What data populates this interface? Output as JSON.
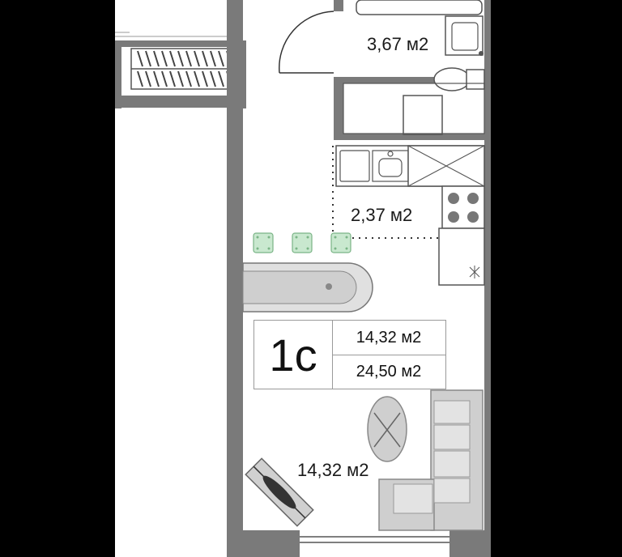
{
  "rooms": {
    "bathroom_area": "3,67 м2",
    "kitchen_area": "2,37 м2",
    "living_area": "14,32 м2"
  },
  "summary": {
    "type": "1с",
    "living_area": "14,32 м2",
    "total_area": "24,50 м2"
  },
  "colors": {
    "background": "#000000",
    "floor": "#ffffff",
    "wall": "#7a7a7a",
    "furniture_fill": "#d9d9d9",
    "furniture_stroke": "#8a8a8a",
    "bar_stool": "#a8d8b0"
  }
}
